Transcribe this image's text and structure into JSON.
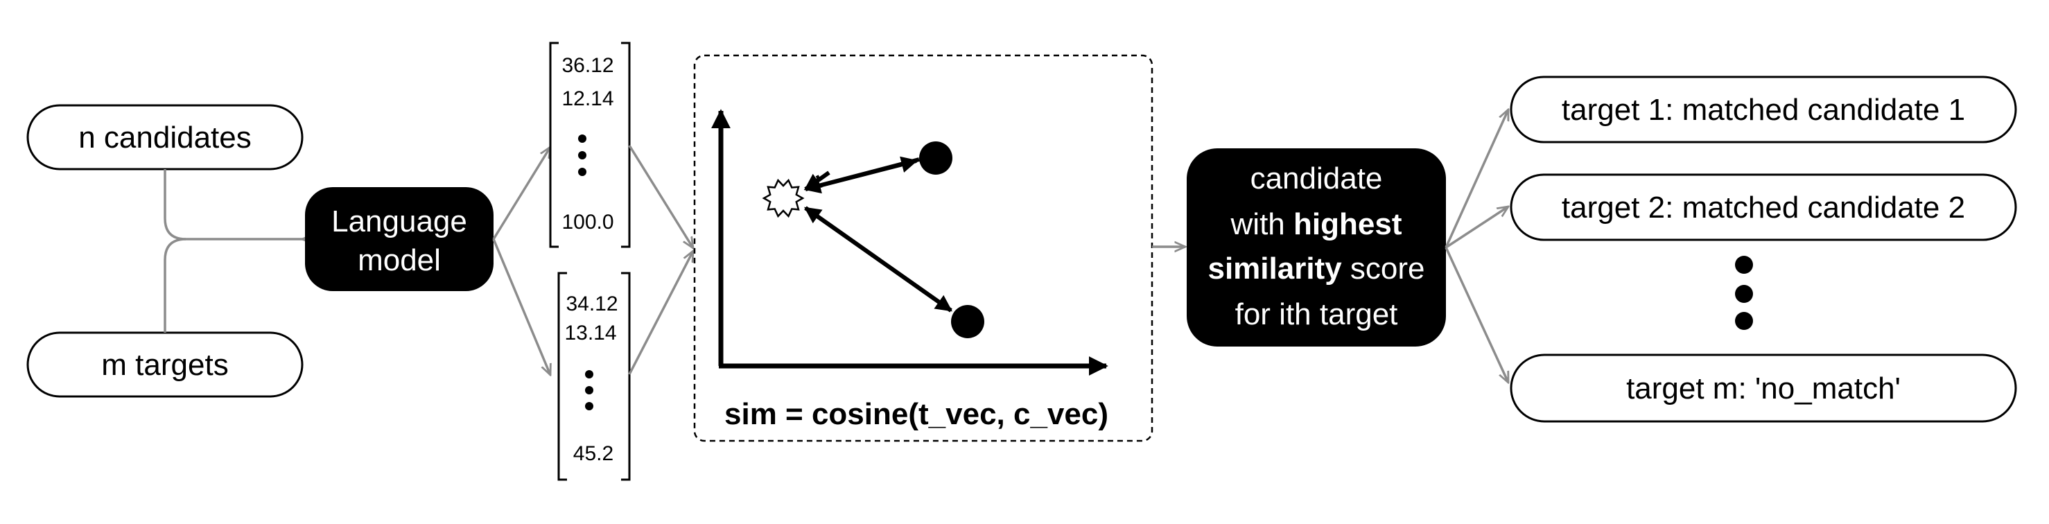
{
  "inputs": {
    "candidates": "n candidates",
    "targets": "m targets"
  },
  "model": {
    "line1": "Language",
    "line2": "model"
  },
  "vectors": {
    "top": {
      "first": "36.12",
      "second": "12.14",
      "last": "100.0"
    },
    "bottom": {
      "first": "34.12",
      "second": "13.14",
      "last": "45.2"
    }
  },
  "similarity": {
    "formula": "sim = cosine(t_vec, c_vec)"
  },
  "selector": {
    "line1": "candidate",
    "line2_pre": "with ",
    "line2_bold": "highest",
    "line3_bold": "similarity",
    "line3_post": " score",
    "line4": "for ith target"
  },
  "outputs": {
    "out1": "target 1: matched candidate 1",
    "out2": "target 2: matched candidate 2",
    "outm": "target m: 'no_match'"
  },
  "colors": {
    "box_fill": "#000000",
    "connector": "#8c8c8c"
  }
}
